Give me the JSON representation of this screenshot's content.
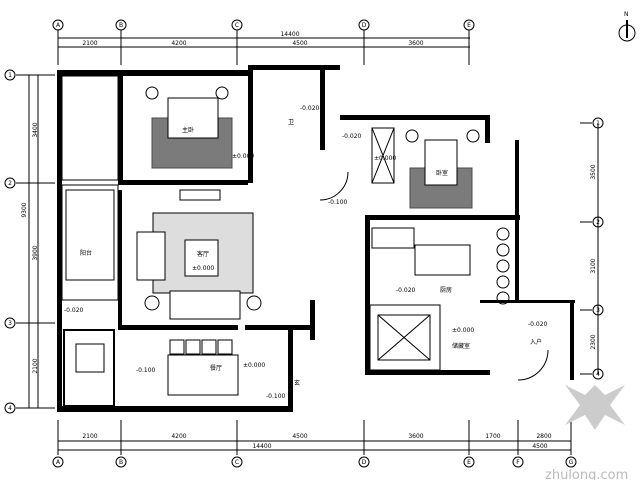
{
  "top_dimensions": {
    "axes": [
      "A",
      "B",
      "C",
      "D",
      "E"
    ],
    "total": "14400",
    "segments": [
      "2100",
      "4200",
      "4500",
      "3600"
    ]
  },
  "bottom_dimensions": {
    "axes": [
      "A",
      "B",
      "C",
      "D",
      "E",
      "F",
      "G"
    ],
    "total": "14400",
    "segments": [
      "2100",
      "4200",
      "4500",
      "3600",
      "1700",
      "2800"
    ],
    "sub_total": "4500"
  },
  "left_dimensions": {
    "axes": [
      "1",
      "2",
      "3",
      "4"
    ],
    "total": "9300",
    "segments": [
      "3400",
      "3900",
      "2100"
    ]
  },
  "right_dimensions": {
    "axes": [
      "1",
      "2",
      "3",
      "4"
    ],
    "segments": [
      "3500",
      "3100",
      "2300"
    ]
  },
  "rooms": [
    {
      "name": "主卧",
      "level": "±0.000"
    },
    {
      "name": "卫",
      "level": "-0.020"
    },
    {
      "name": "客厅",
      "level": "±0.000"
    },
    {
      "name": "阳台",
      "level": "-0.020"
    },
    {
      "name": "餐厅",
      "level": "±0.000"
    },
    {
      "name": "卧室",
      "level": "±0.000"
    },
    {
      "name": "厨房",
      "level": "-0.020"
    },
    {
      "name": "储藏室",
      "level": "±0.000"
    },
    {
      "name": "入户",
      "level": "-0.020"
    },
    {
      "name": "玄",
      "level": "-0.100"
    }
  ],
  "extra_levels": [
    "-0.100",
    "-0.020",
    "-0.100"
  ],
  "north_label": "N",
  "watermark": "zhulong.com",
  "colors": {
    "line": "#000000",
    "watermark": "#bbbbbb"
  }
}
